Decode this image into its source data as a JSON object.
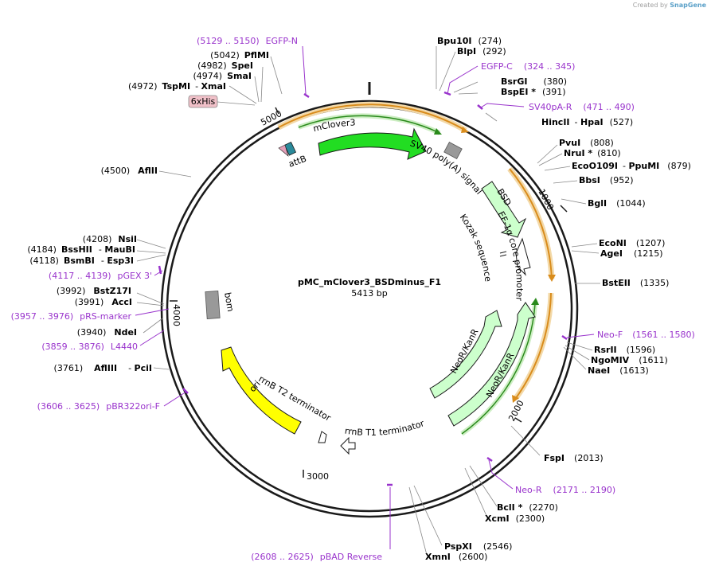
{
  "credit": {
    "prefix": "Created by",
    "brand": "SnapGene"
  },
  "plasmid": {
    "name": "pMC_mClover3_BSDminus_F1",
    "length": "5413 bp"
  },
  "ticks": [
    "1000",
    "2000",
    "3000",
    "4000",
    "5000"
  ],
  "features": {
    "mclover3": "mClover3",
    "attb": "attB",
    "sv40": "SV40 poly(A) signal",
    "bsd": "BSD",
    "ef1a": "EF-1α core promoter",
    "kozak": "Kozak sequence",
    "neo1": "NeoR/KanR",
    "neo2": "NeoR/KanR",
    "rrnbt1": "rrnB T1 terminator",
    "rrnbt2": "rrnB T2 terminator",
    "ori": "ori",
    "bom": "bom",
    "his": "6xHis"
  },
  "enzymes": {
    "bpu10i": {
      "name": "Bpu10I",
      "pos": "(274)"
    },
    "blpi": {
      "name": "BlpI",
      "pos": "(292)"
    },
    "bsrgi": {
      "name": "BsrGI",
      "pos": "(380)"
    },
    "bspei": {
      "name": "BspEI *",
      "pos": "(391)"
    },
    "hincii": {
      "name": "HincII",
      "sep": "- ",
      "name2": "HpaI",
      "pos": "(527)"
    },
    "pvui": {
      "name": "PvuI",
      "pos": "(808)"
    },
    "nrui": {
      "name": "NruI *",
      "pos": "(810)"
    },
    "eco0109i": {
      "name": "EcoO109I",
      "sep": "- ",
      "name2": "PpuMI",
      "pos": "(879)"
    },
    "bbsi": {
      "name": "BbsI",
      "pos": "(952)"
    },
    "bgli": {
      "name": "BglI",
      "pos": "(1044)"
    },
    "econi": {
      "name": "EcoNI",
      "pos": "(1207)"
    },
    "agei": {
      "name": "AgeI",
      "pos": "(1215)"
    },
    "bsteii": {
      "name": "BstEII",
      "pos": "(1335)"
    },
    "rsrii": {
      "name": "RsrII",
      "pos": "(1596)"
    },
    "ngomiv": {
      "name": "NgoMIV",
      "pos": "(1611)"
    },
    "naei": {
      "name": "NaeI",
      "pos": "(1613)"
    },
    "fspi": {
      "name": "FspI",
      "pos": "(2013)"
    },
    "bcli": {
      "name": "BclI *",
      "pos": "(2270)"
    },
    "xcmi": {
      "name": "XcmI",
      "pos": "(2300)"
    },
    "pspxi": {
      "name": "PspXI",
      "pos": "(2546)"
    },
    "xmni": {
      "name": "XmnI",
      "pos": "(2600)"
    },
    "afliii": {
      "pos": "(3761)",
      "name": "AflIII",
      "sep": "- ",
      "name2": "PciI"
    },
    "ndei": {
      "pos": "(3940)",
      "name": "NdeI"
    },
    "acci": {
      "pos": "(3991)",
      "name": "AccI"
    },
    "bstz17i": {
      "pos": "(3992)",
      "name": "BstZ17I"
    },
    "bsmbi": {
      "pos": "(4118)",
      "name": "BsmBI",
      "sep": "- ",
      "name2": "Esp3I"
    },
    "bsshii": {
      "pos": "(4184)",
      "name": "BssHII",
      "sep": "- ",
      "name2": "MauBI"
    },
    "nsii": {
      "pos": "(4208)",
      "name": "NsiI"
    },
    "aflii": {
      "pos": "(4500)",
      "name": "AflII"
    },
    "tspmi": {
      "pos": "(4972)",
      "name": "TspMI",
      "sep": "- ",
      "name2": "XmaI"
    },
    "smai": {
      "pos": "(4974)",
      "name": "SmaI"
    },
    "spei": {
      "pos": "(4982)",
      "name": "SpeI"
    },
    "pfimi": {
      "pos": "(5042)",
      "name": "PflMI"
    }
  },
  "primers": {
    "egfpn": {
      "range": "(5129 .. 5150)",
      "name": "EGFP-N"
    },
    "egfpc": {
      "name": "EGFP-C",
      "range": "(324 .. 345)"
    },
    "sv40pa": {
      "name": "SV40pA-R",
      "range": "(471 .. 490)"
    },
    "neof": {
      "name": "Neo-F",
      "range": "(1561 .. 1580)"
    },
    "neor": {
      "name": "Neo-R",
      "range": "(2171 .. 2190)"
    },
    "pbad": {
      "range": "(2608 .. 2625)",
      "name": "pBAD Reverse"
    },
    "pbr322": {
      "range": "(3606 .. 3625)",
      "name": "pBR322ori-F"
    },
    "l4440": {
      "range": "(3859 .. 3876)",
      "name": "L4440"
    },
    "prs": {
      "range": "(3957 .. 3976)",
      "name": "pRS-marker"
    },
    "pgex": {
      "range": "(4117 .. 4139)",
      "name": "pGEX 3'"
    }
  },
  "colors": {
    "backbone": "#1a1a1a",
    "mclover3": "#22dd22",
    "bsd": "#ccffcc",
    "neo": "#ccffcc",
    "ori": "#ffff00",
    "primer": "#9933cc",
    "orf": "#e8a33c",
    "his": "#f0c0c8",
    "gray": "#999999",
    "attb": "#2a8a9a"
  }
}
